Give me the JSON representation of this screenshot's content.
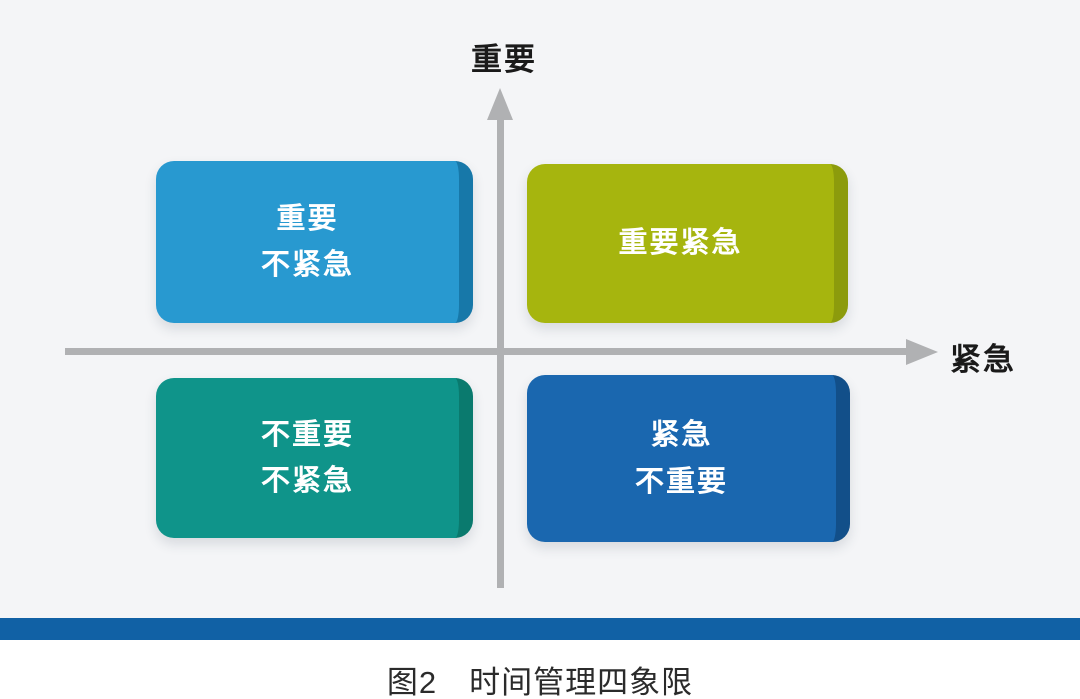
{
  "colors": {
    "chart_background": "#f4f5f7",
    "page_background": "#ffffff",
    "axis": "#b0b1b3",
    "axis_label_text": "#1a1a1a",
    "box_text": "#ffffff",
    "divider_bar": "#1161a5",
    "caption_text": "#2b2b2b"
  },
  "axes": {
    "y_label": "重要",
    "x_label": "紧急"
  },
  "quadrants": [
    {
      "id": "important-not-urgent",
      "position": "top-left",
      "lines": [
        "重要",
        "不紧急"
      ],
      "face": "#2899d0",
      "edge": "#1778a9"
    },
    {
      "id": "important-urgent",
      "position": "top-right",
      "lines": [
        "重要紧急",
        ""
      ],
      "face": "#a6b50e",
      "edge": "#8c9b0c"
    },
    {
      "id": "not-important-not-urgent",
      "position": "bottom-left",
      "lines": [
        "不重要",
        "不紧急"
      ],
      "face": "#0f948a",
      "edge": "#0a7a6e"
    },
    {
      "id": "urgent-not-important",
      "position": "bottom-right",
      "lines": [
        "紧急",
        "不重要"
      ],
      "face": "#1a67af",
      "edge": "#124f89"
    }
  ],
  "caption": "图2　时间管理四象限"
}
